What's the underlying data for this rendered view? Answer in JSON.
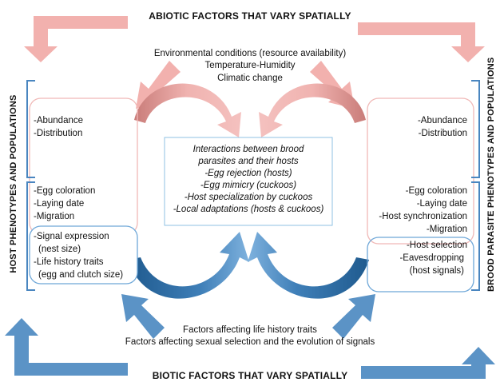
{
  "top_title": "ABIOTIC FACTORS THAT VARY SPATIALLY",
  "bottom_title": "BIOTIC FACTORS THAT VARY SPATIALLY",
  "left_side_title": "HOST PHENOTYPES AND POPULATIONS",
  "right_side_title": "BROOD PARASITE PHENOTYPES AND POPULATIONS",
  "environment_lines": [
    "Environmental conditions (resource availability)",
    "Temperature-Humidity",
    "Climatic change"
  ],
  "center_box_lines": [
    "Interactions between brood",
    "parasites and their hosts",
    "-Egg rejection (hosts)",
    "-Egg mimicry (cuckoos)",
    "-Host specialization by cuckoos",
    "-Local adaptations (hosts & cuckoos)"
  ],
  "left_group_1": [
    "-Abundance",
    "-Distribution"
  ],
  "left_group_2": [
    "-Egg coloration",
    "-Laying date",
    "-Migration"
  ],
  "left_group_3": [
    "-Signal expression",
    "(nest size)",
    "-Life history traits",
    "(egg and clutch size)"
  ],
  "right_group_1": [
    "-Abundance",
    "-Distribution"
  ],
  "right_group_2": [
    "-Egg coloration",
    "-Laying date",
    "-Host synchronization",
    "-Migration"
  ],
  "right_group_3": [
    "-Host selection",
    "-Eavesdropping",
    "(host signals)"
  ],
  "bottom_lines": [
    "Factors affecting life history traits",
    "Factors affecting sexual selection and the evolution of signals"
  ],
  "colors": {
    "abiotic_pink": "#f2b1ae",
    "pink_dark": "#d98a87",
    "box_pink": "#f0b8b6",
    "biotic_blue": "#5b93c6",
    "blue_dark": "#2f6a9e",
    "box_blue": "#6ea7d8",
    "center_border": "#8fc1e3",
    "bracket_blue": "#4a86c0"
  }
}
